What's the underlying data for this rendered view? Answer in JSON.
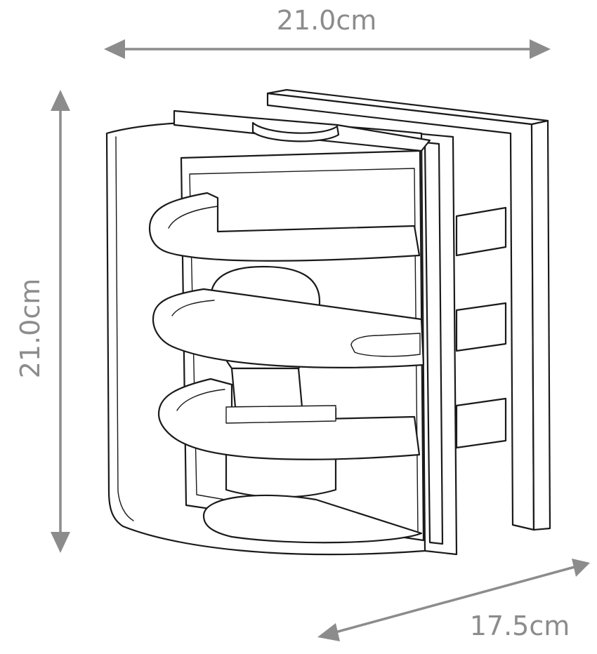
{
  "diagram": {
    "subject": "wall lamp line drawing",
    "dimensions": {
      "width_label": "21.0cm",
      "height_label": "21.0cm",
      "depth_label": "17.5cm"
    },
    "colors": {
      "dimension": "#8c8c8c",
      "outline": "#1a1a1a",
      "background": "#ffffff"
    }
  }
}
